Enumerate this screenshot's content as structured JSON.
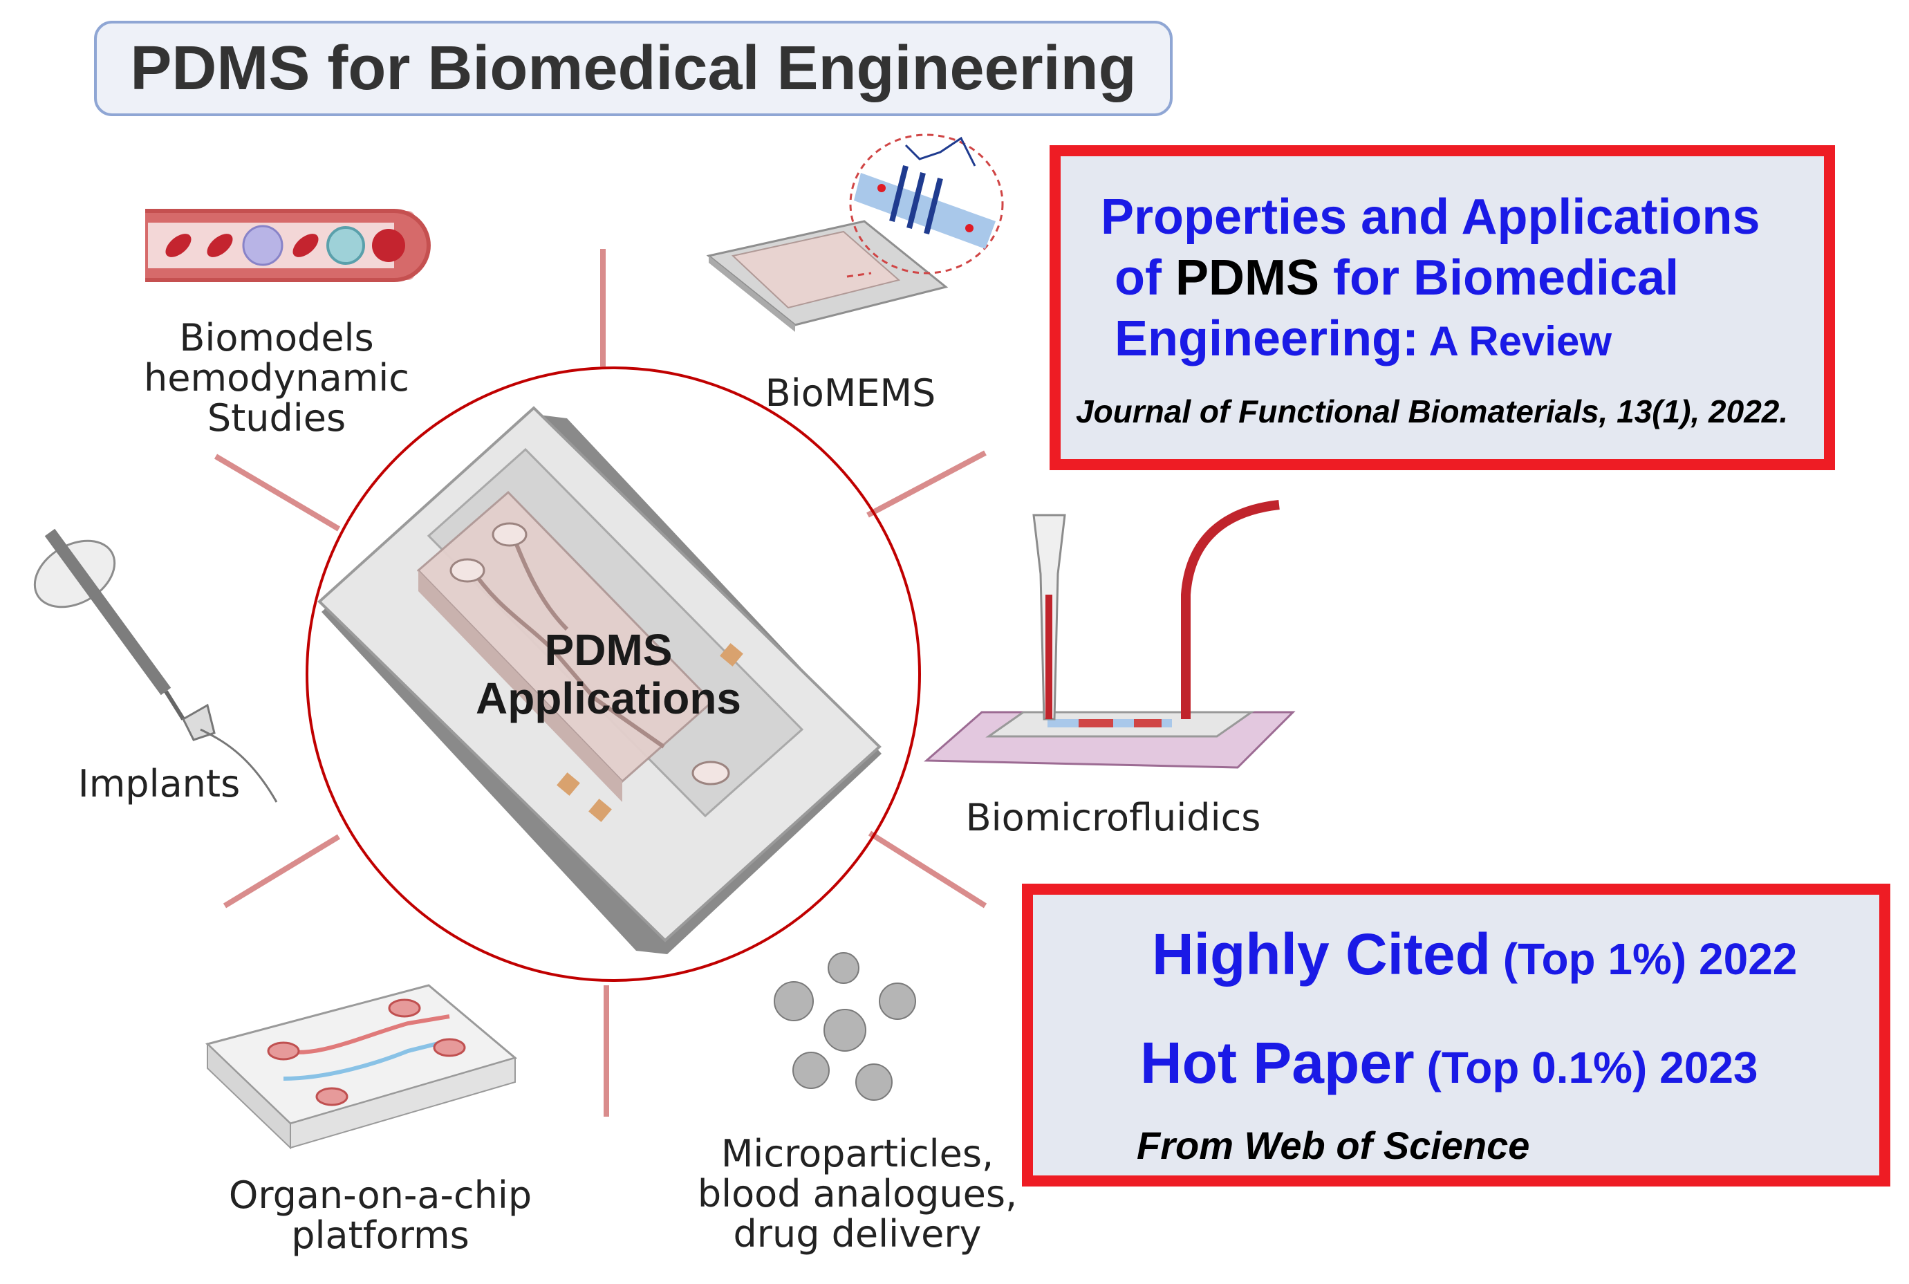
{
  "title": "PDMS for Biomedical Engineering",
  "center": {
    "line1": "PDMS",
    "line2": "Applications"
  },
  "applications": {
    "biomodels": {
      "line1": "Biomodels",
      "line2": "hemodynamic Studies"
    },
    "biomems": "BioMEMS",
    "implants": "Implants",
    "biomicrofluidics": "Biomicrofluidics",
    "organ_on_chip": {
      "line1": "Organ-on-a-chip",
      "line2": "platforms"
    },
    "microparticles": {
      "line1": "Microparticles,",
      "line2": "blood analogues,",
      "line3": "drug delivery"
    }
  },
  "paper": {
    "title_a": "Properties and Applications",
    "title_b_pre": "of ",
    "title_b_pdms": "PDMS",
    "title_b_post": " for Biomedical",
    "title_c": "Engineering:",
    "title_c_small": " A Review",
    "journal": "Journal of Functional Biomaterials, 13(1), 2022."
  },
  "awards": {
    "cited_main": "Highly Cited",
    "cited_rank": " (Top 1%) 2022",
    "hot_main": "Hot Paper",
    "hot_rank": " (Top 0.1%) 2023",
    "source": "From Web of Science"
  },
  "colors": {
    "highlight_border": "#ee1c24",
    "accent_text": "#1a1ae6",
    "connector": "#d98c8c",
    "circle": "#c00000"
  },
  "icons": [
    "trophy-icon",
    "flame-icon"
  ]
}
